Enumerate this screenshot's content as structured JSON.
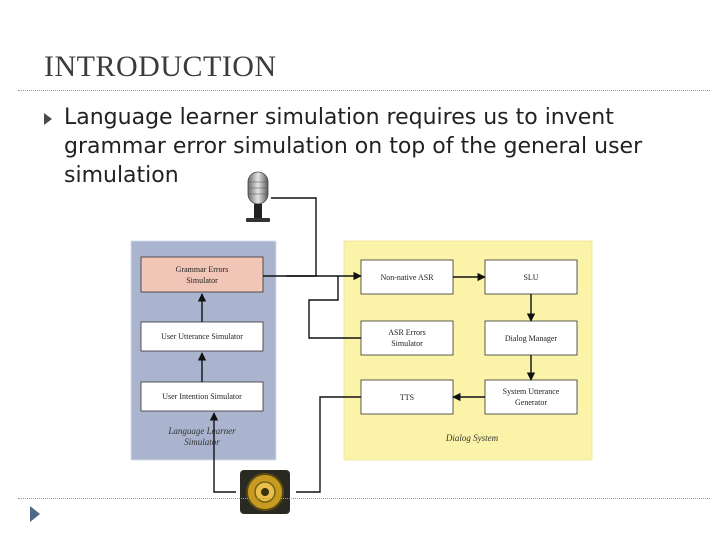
{
  "slide": {
    "title": "INTRODUCTION",
    "bullet": "Language learner simulation requires us to invent grammar error simulation on top of the general user simulation"
  },
  "diagram": {
    "learner_panel": {
      "label_line1": "Language Learner",
      "label_line2": "Simulator",
      "blocks": {
        "grammar": [
          "Grammar Errors",
          "Simulator"
        ],
        "utterance": "User Utterance Simulator",
        "intention": "User Intention Simulator"
      }
    },
    "dialog_panel": {
      "label": "Dialog System",
      "blocks": {
        "asr": "Non-native ASR",
        "slu": "SLU",
        "asr_errors": [
          "ASR Errors",
          "Simulator"
        ],
        "dm": "Dialog Manager",
        "tts": "TTS",
        "sug": [
          "System Utterance",
          "Generator"
        ]
      }
    },
    "icons": [
      "microphone-icon",
      "speaker-icon"
    ],
    "colors": {
      "learner_panel": "#aab4cf",
      "dialog_panel": "#fbf4a8",
      "grammar_block": "#f2c6b6"
    }
  }
}
